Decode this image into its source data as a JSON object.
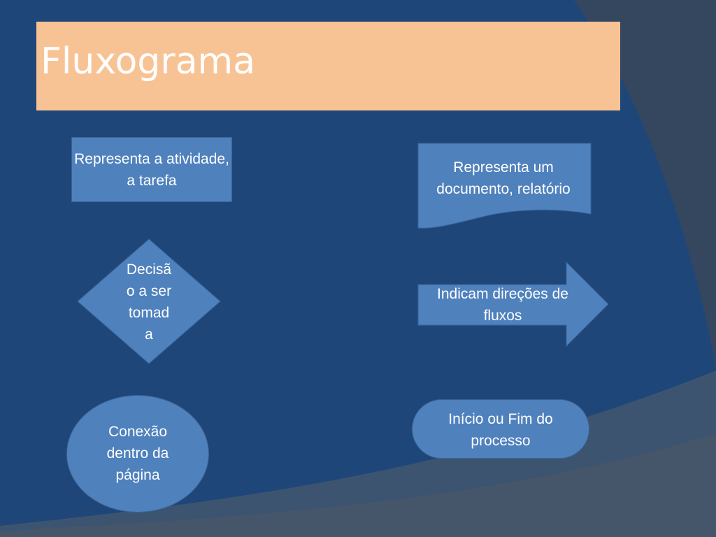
{
  "slide": {
    "title": "Fluxograma",
    "colors": {
      "background": "#1f4679",
      "title_box": "#f8c394",
      "shape_fill": "#4f81bd",
      "text": "#ffffff"
    }
  },
  "shapes": {
    "process": {
      "label": "Representa a atividade, a tarefa"
    },
    "document": {
      "label": "Representa um documento, relatório"
    },
    "decision": {
      "label_lines": [
        "Decisã",
        "o a ser",
        "tomad",
        "a"
      ]
    },
    "arrow": {
      "label": "Indicam direções de fluxos"
    },
    "connector": {
      "label": "Conexão dentro da página"
    },
    "terminator": {
      "label": "Início ou Fim do processo"
    }
  }
}
